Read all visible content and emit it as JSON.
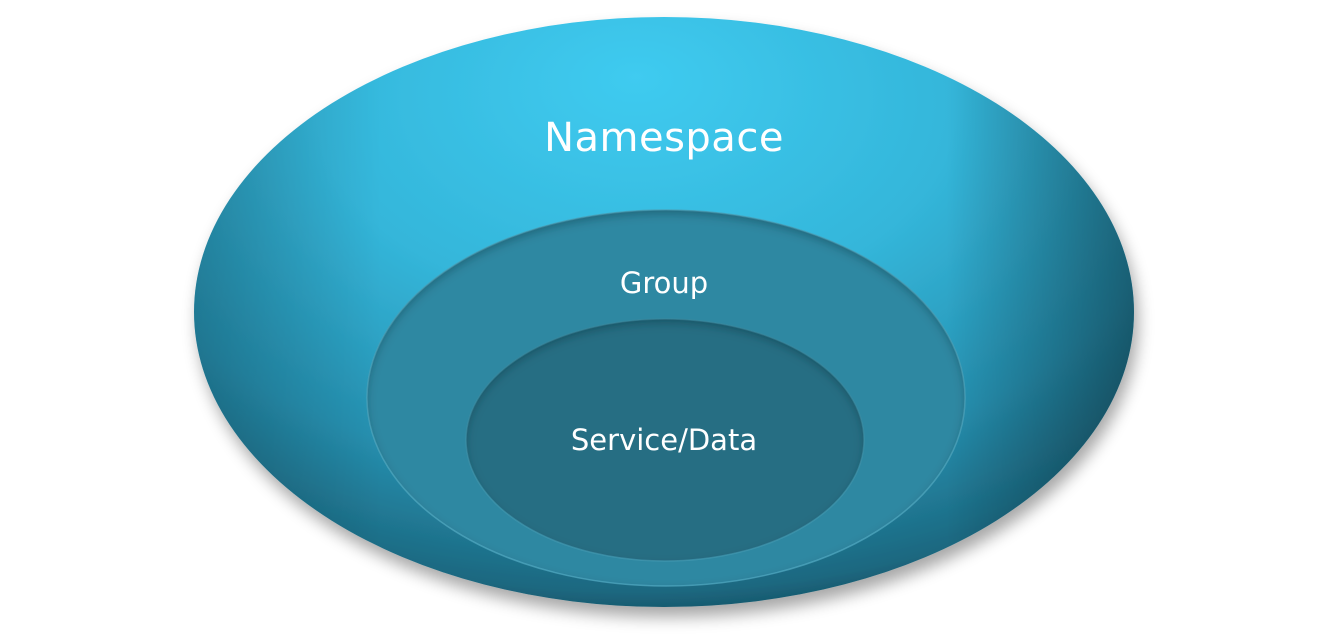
{
  "diagram": {
    "outer": {
      "label": "Namespace"
    },
    "middle": {
      "label": "Group"
    },
    "inner": {
      "label": "Service/Data"
    }
  },
  "colors": {
    "outer_highlight": "#3ec8ee",
    "outer_base": "#29a6c8",
    "outer_shadow": "#0f3f4f",
    "middle_fill": "#2e86a0",
    "inner_fill": "#256c80",
    "text": "#ffffff"
  }
}
